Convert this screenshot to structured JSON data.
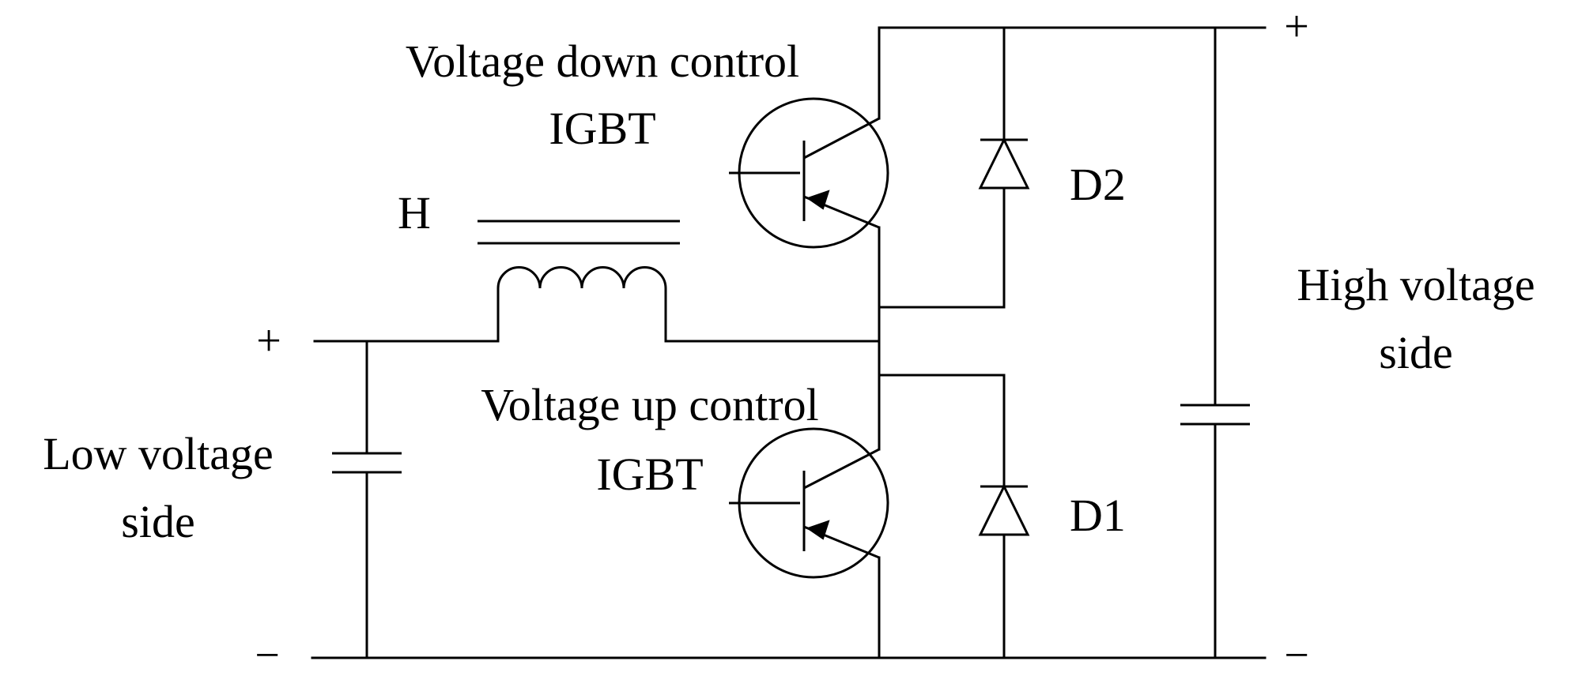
{
  "diagram": {
    "title": "",
    "labels": {
      "igbt_down_line1": "Voltage down control",
      "igbt_down_line2": "IGBT",
      "igbt_up_line1": "Voltage up control",
      "igbt_up_line2": "IGBT",
      "inductor": "H",
      "diode_top": "D2",
      "diode_bottom": "D1",
      "low_side_line1": "Low voltage",
      "low_side_line2": "side",
      "high_side_line1": "High voltage",
      "high_side_line2": "side"
    },
    "terminals": {
      "low_plus": "+",
      "low_minus": "−",
      "high_plus": "+",
      "high_minus": "−"
    },
    "components": [
      {
        "id": "H",
        "type": "inductor-with-core"
      },
      {
        "id": "igbt-down",
        "type": "igbt"
      },
      {
        "id": "igbt-up",
        "type": "igbt"
      },
      {
        "id": "D1",
        "type": "diode"
      },
      {
        "id": "D2",
        "type": "diode"
      },
      {
        "id": "c-low",
        "type": "capacitor"
      },
      {
        "id": "c-high",
        "type": "capacitor"
      }
    ]
  }
}
